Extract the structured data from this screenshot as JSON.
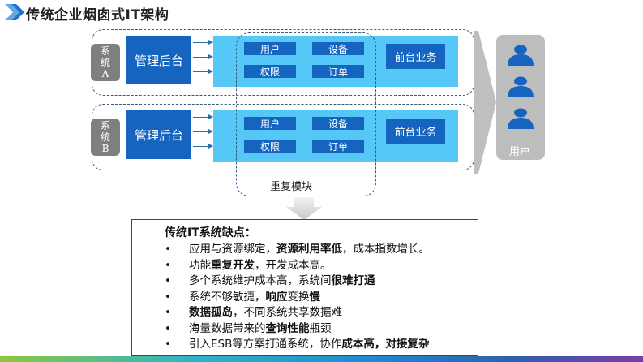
{
  "title": "传统企业烟囱式IT架构",
  "systems": [
    {
      "label_lines": [
        "系",
        "统",
        "A"
      ],
      "mgmt": "管理后台",
      "modules": [
        "用户",
        "设备",
        "权限",
        "订单"
      ],
      "front": "前台业务"
    },
    {
      "label_lines": [
        "系",
        "统",
        "B"
      ],
      "mgmt": "管理后台",
      "modules": [
        "用户",
        "设备",
        "权限",
        "订单"
      ],
      "front": "前台业务"
    }
  ],
  "duplicate_label": "重复模块",
  "users_label": "用户",
  "drawbacks": {
    "heading": "传统IT系统缺点：",
    "items": [
      [
        {
          "t": "应用与资源绑定，"
        },
        {
          "t": "资源利用率低",
          "b": true
        },
        {
          "t": "，成本指数增长。"
        }
      ],
      [
        {
          "t": "功能"
        },
        {
          "t": "重复开发",
          "b": true
        },
        {
          "t": "，开发成本高。"
        }
      ],
      [
        {
          "t": "多个系统维护成本高，系统间"
        },
        {
          "t": "很难打通",
          "b": true
        }
      ],
      [
        {
          "t": "系统不够敏捷，"
        },
        {
          "t": "响应",
          "b": true
        },
        {
          "t": "变换"
        },
        {
          "t": "慢",
          "b": true
        }
      ],
      [
        {
          "t": "数据孤岛",
          "b": true
        },
        {
          "t": "，不同系统共享数据难"
        }
      ],
      [
        {
          "t": "海量数据带来的"
        },
        {
          "t": "查询性能",
          "b": true
        },
        {
          "t": "瓶颈"
        }
      ],
      [
        {
          "t": "引入ESB等方案打通系统，协作"
        },
        {
          "t": "成本高，对接复杂",
          "b": true
        }
      ]
    ]
  },
  "colors": {
    "dark_blue": "#1565c0",
    "light_blue": "#55c8f7",
    "gray": "#7f7f7f"
  }
}
